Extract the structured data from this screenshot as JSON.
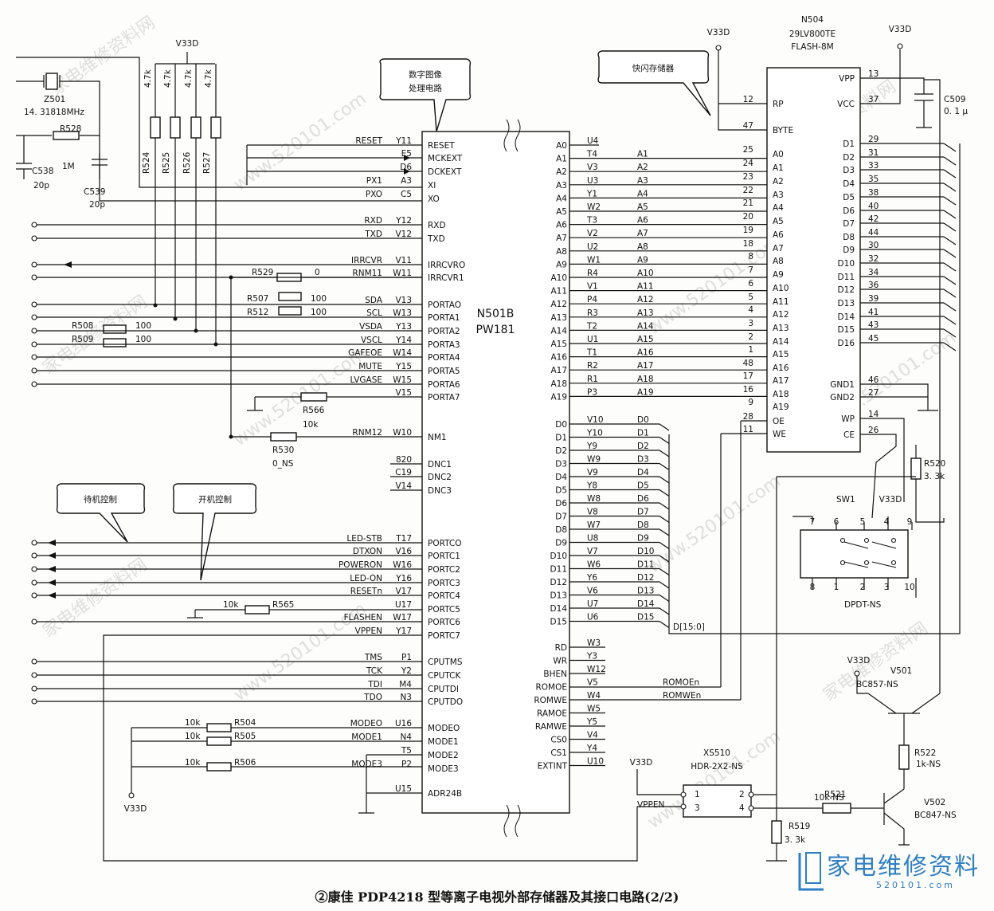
{
  "caption": "②康佳 PDP4218 型等离子电视外部存储器及其接口电路(2/2)",
  "logo": {
    "text": "家电维修资料",
    "url": "520101.com"
  },
  "watermarks": [
    "家电维修资料网",
    "www.520101.com"
  ],
  "callouts": {
    "image_proc": [
      "数字图像",
      "处理电路"
    ],
    "flash_mem": "快闪存储器",
    "standby": "待机控制",
    "power": "开机控制"
  },
  "n501": {
    "ref": "N501B",
    "part": "PW181",
    "left_pins": [
      {
        "net": "RESET",
        "pin": "Y11",
        "name": "RESET"
      },
      {
        "net": "",
        "pin": "E5",
        "name": "MCKEXT"
      },
      {
        "net": "",
        "pin": "D6",
        "name": "DCKEXT"
      },
      {
        "net": "PX1",
        "pin": "A3",
        "name": "XI"
      },
      {
        "net": "PXO",
        "pin": "C5",
        "name": "XO"
      },
      {
        "net": "RXD",
        "pin": "Y12",
        "name": "RXD"
      },
      {
        "net": "TXD",
        "pin": "V12",
        "name": "TXD"
      },
      {
        "net": "IRRCVR",
        "pin": "V11",
        "name": "IRRCVRO"
      },
      {
        "net": "RNM11",
        "pin": "W11",
        "name": "IRRCVR1"
      },
      {
        "net": "SDA",
        "pin": "V13",
        "name": "PORTAO"
      },
      {
        "net": "SCL",
        "pin": "W13",
        "name": "PORTA1"
      },
      {
        "net": "VSDA",
        "pin": "Y13",
        "name": "PORTA2"
      },
      {
        "net": "VSCL",
        "pin": "Y14",
        "name": "PORTA3"
      },
      {
        "net": "GAFEOE",
        "pin": "W14",
        "name": "PORTA4"
      },
      {
        "net": "MUTE",
        "pin": "Y15",
        "name": "PORTA5"
      },
      {
        "net": "LVGASE",
        "pin": "W15",
        "name": "PORTA6"
      },
      {
        "net": "",
        "pin": "V15",
        "name": "PORTA7"
      },
      {
        "net": "RNM12",
        "pin": "W10",
        "name": "NM1"
      },
      {
        "net": "",
        "pin": "820",
        "name": "DNC1"
      },
      {
        "net": "",
        "pin": "C19",
        "name": "DNC2"
      },
      {
        "net": "",
        "pin": "V14",
        "name": "DNC3"
      },
      {
        "net": "LED-STB",
        "pin": "T17",
        "name": "PORTCO"
      },
      {
        "net": "DTXON",
        "pin": "V16",
        "name": "PORTC1"
      },
      {
        "net": "POWERON",
        "pin": "W16",
        "name": "PORTC2"
      },
      {
        "net": "LED-ON",
        "pin": "Y16",
        "name": "PORTC3"
      },
      {
        "net": "RESETn",
        "pin": "V17",
        "name": "PORTC4"
      },
      {
        "net": "",
        "pin": "U17",
        "name": "PORTC5"
      },
      {
        "net": "FLASHEN",
        "pin": "W17",
        "name": "PORTC6"
      },
      {
        "net": "VPPEN",
        "pin": "Y17",
        "name": "PORTC7"
      },
      {
        "net": "TMS",
        "pin": "P1",
        "name": "CPUTMS"
      },
      {
        "net": "TCK",
        "pin": "Y2",
        "name": "CPUTCK"
      },
      {
        "net": "TDI",
        "pin": "M4",
        "name": "CPUTDI"
      },
      {
        "net": "TDO",
        "pin": "N3",
        "name": "CPUTDO"
      },
      {
        "net": "MODEO",
        "pin": "U16",
        "name": "MODEO"
      },
      {
        "net": "MODE1",
        "pin": "N4",
        "name": "MODE1"
      },
      {
        "net": "",
        "pin": "T5",
        "name": "MODE2"
      },
      {
        "net": "MODE3",
        "pin": "P2",
        "name": "MODE3"
      },
      {
        "net": "",
        "pin": "U15",
        "name": "ADR24B"
      }
    ],
    "addr_pins": [
      {
        "name": "A0",
        "pin": "U4",
        "net": ""
      },
      {
        "name": "A1",
        "pin": "T4",
        "net": "A1"
      },
      {
        "name": "A2",
        "pin": "V3",
        "net": "A2"
      },
      {
        "name": "A3",
        "pin": "U3",
        "net": "A3"
      },
      {
        "name": "A4",
        "pin": "Y1",
        "net": "A4"
      },
      {
        "name": "A5",
        "pin": "W2",
        "net": "A5"
      },
      {
        "name": "A6",
        "pin": "T3",
        "net": "A6"
      },
      {
        "name": "A7",
        "pin": "V2",
        "net": "A7"
      },
      {
        "name": "A8",
        "pin": "U2",
        "net": "A8"
      },
      {
        "name": "A9",
        "pin": "W1",
        "net": "A9"
      },
      {
        "name": "A10",
        "pin": "R4",
        "net": "A10"
      },
      {
        "name": "A11",
        "pin": "V1",
        "net": "A11"
      },
      {
        "name": "A12",
        "pin": "P4",
        "net": "A12"
      },
      {
        "name": "A13",
        "pin": "R3",
        "net": "A13"
      },
      {
        "name": "A14",
        "pin": "T2",
        "net": "A14"
      },
      {
        "name": "A15",
        "pin": "U1",
        "net": "A15"
      },
      {
        "name": "A16",
        "pin": "T1",
        "net": "A16"
      },
      {
        "name": "A17",
        "pin": "R2",
        "net": "A17"
      },
      {
        "name": "A18",
        "pin": "R1",
        "net": "A18"
      },
      {
        "name": "A19",
        "pin": "P3",
        "net": "A19"
      }
    ],
    "data_pins": [
      {
        "name": "D0",
        "pin": "V10",
        "net": "D0"
      },
      {
        "name": "D1",
        "pin": "Y10",
        "net": "D1"
      },
      {
        "name": "D2",
        "pin": "Y9",
        "net": "D2"
      },
      {
        "name": "D3",
        "pin": "W9",
        "net": "D3"
      },
      {
        "name": "D4",
        "pin": "V9",
        "net": "D4"
      },
      {
        "name": "D5",
        "pin": "Y8",
        "net": "D5"
      },
      {
        "name": "D6",
        "pin": "W8",
        "net": "D6"
      },
      {
        "name": "D7",
        "pin": "V8",
        "net": "D7"
      },
      {
        "name": "D8",
        "pin": "W7",
        "net": "D8"
      },
      {
        "name": "D9",
        "pin": "U8",
        "net": "D9"
      },
      {
        "name": "D10",
        "pin": "V7",
        "net": "D10"
      },
      {
        "name": "D11",
        "pin": "W6",
        "net": "D11"
      },
      {
        "name": "D12",
        "pin": "Y6",
        "net": "D12"
      },
      {
        "name": "D13",
        "pin": "V6",
        "net": "D13"
      },
      {
        "name": "D14",
        "pin": "U7",
        "net": "D14"
      },
      {
        "name": "D15",
        "pin": "U6",
        "net": "D15"
      }
    ],
    "ctrl_pins": [
      {
        "name": "RD",
        "pin": "W3",
        "net": ""
      },
      {
        "name": "WR",
        "pin": "Y3",
        "net": ""
      },
      {
        "name": "BHEN",
        "pin": "W12",
        "net": ""
      },
      {
        "name": "ROMOE",
        "pin": "V5",
        "net": "ROMOEn"
      },
      {
        "name": "ROMWE",
        "pin": "W4",
        "net": "ROMWEn"
      },
      {
        "name": "RAMOE",
        "pin": "W5",
        "net": ""
      },
      {
        "name": "RAMWE",
        "pin": "Y5",
        "net": ""
      },
      {
        "name": "CS0",
        "pin": "V4",
        "net": ""
      },
      {
        "name": "CS1",
        "pin": "Y4",
        "net": ""
      },
      {
        "name": "EXTINT",
        "pin": "U10",
        "net": ""
      }
    ],
    "bus_label": "D[15:0]"
  },
  "n504": {
    "ref": "N504",
    "part": "29LV800TE",
    "type": "FLASH-8M",
    "left_pins": [
      {
        "pin": "12",
        "name": "RP"
      },
      {
        "pin": "47",
        "name": "BYTE"
      },
      {
        "pin": "25",
        "name": "A0"
      },
      {
        "pin": "24",
        "name": "A1"
      },
      {
        "pin": "23",
        "name": "A2"
      },
      {
        "pin": "22",
        "name": "A3"
      },
      {
        "pin": "21",
        "name": "A4"
      },
      {
        "pin": "20",
        "name": "A5"
      },
      {
        "pin": "19",
        "name": "A6"
      },
      {
        "pin": "18",
        "name": "A7"
      },
      {
        "pin": "8",
        "name": "A8"
      },
      {
        "pin": "7",
        "name": "A9"
      },
      {
        "pin": "6",
        "name": "A10"
      },
      {
        "pin": "5",
        "name": "A11"
      },
      {
        "pin": "4",
        "name": "A12"
      },
      {
        "pin": "3",
        "name": "A13"
      },
      {
        "pin": "2",
        "name": "A14"
      },
      {
        "pin": "1",
        "name": "A15"
      },
      {
        "pin": "48",
        "name": "A16"
      },
      {
        "pin": "17",
        "name": "A17"
      },
      {
        "pin": "16",
        "name": "A18"
      },
      {
        "pin": "9",
        "name": "A19"
      },
      {
        "pin": "28",
        "name": "OE"
      },
      {
        "pin": "11",
        "name": "WE"
      }
    ],
    "right_pins": [
      {
        "pin": "13",
        "name": "VPP"
      },
      {
        "pin": "37",
        "name": "VCC"
      },
      {
        "pin": "29",
        "name": "D1"
      },
      {
        "pin": "31",
        "name": "D2"
      },
      {
        "pin": "33",
        "name": "D3"
      },
      {
        "pin": "35",
        "name": "D4"
      },
      {
        "pin": "38",
        "name": "D5"
      },
      {
        "pin": "40",
        "name": "D6"
      },
      {
        "pin": "42",
        "name": "D7"
      },
      {
        "pin": "44",
        "name": "D8"
      },
      {
        "pin": "30",
        "name": "D9"
      },
      {
        "pin": "32",
        "name": "D10"
      },
      {
        "pin": "34",
        "name": "D11"
      },
      {
        "pin": "36",
        "name": "D12"
      },
      {
        "pin": "39",
        "name": "D13"
      },
      {
        "pin": "41",
        "name": "D14"
      },
      {
        "pin": "43",
        "name": "D15"
      },
      {
        "pin": "45",
        "name": "D16"
      },
      {
        "pin": "46",
        "name": "GND1"
      },
      {
        "pin": "27",
        "name": "GND2"
      },
      {
        "pin": "14",
        "name": "WP"
      },
      {
        "pin": "26",
        "name": "CE"
      }
    ]
  },
  "components": {
    "z501": {
      "ref": "Z501",
      "value": "14. 31818MHz"
    },
    "r528": {
      "ref": "R528",
      "value": "1M"
    },
    "c538": {
      "ref": "C538",
      "value": "20p"
    },
    "c539": {
      "ref": "C539",
      "value": "20p"
    },
    "pullups": [
      {
        "ref": "R524",
        "value": "4.7k"
      },
      {
        "ref": "R525",
        "value": "4.7k"
      },
      {
        "ref": "R526",
        "value": "4.7k"
      },
      {
        "ref": "R527",
        "value": "4.7k"
      }
    ],
    "r529": {
      "ref": "R529",
      "value": "0"
    },
    "r507": {
      "ref": "R507",
      "value": "100"
    },
    "r512": {
      "ref": "R512",
      "value": "100"
    },
    "r508": {
      "ref": "R508",
      "value": "100"
    },
    "r509": {
      "ref": "R509",
      "value": "100"
    },
    "r566": {
      "ref": "R566",
      "value": "10k"
    },
    "r530": {
      "ref": "R530",
      "value": "0_NS"
    },
    "r565": {
      "ref": "R565",
      "value": "10k"
    },
    "r504": {
      "ref": "R504",
      "value": "10k"
    },
    "r505": {
      "ref": "R505",
      "value": "10k"
    },
    "r506": {
      "ref": "R506",
      "value": "10k"
    },
    "c509": {
      "ref": "C509",
      "value": "0. 1 μ"
    },
    "r520": {
      "ref": "R520",
      "value": "3. 3k"
    },
    "sw1": {
      "ref": "SW1",
      "type": "DPDT-NS",
      "pins_top": [
        "7",
        "6",
        "5",
        "4",
        "9"
      ],
      "pins_bot": [
        "8",
        "1",
        "2",
        "3",
        "10"
      ]
    },
    "xs510": {
      "ref": "XS510",
      "type": "HDR-2X2-NS",
      "pins": [
        "1",
        "2",
        "3",
        "4"
      ]
    },
    "r519": {
      "ref": "R519",
      "value": "3. 3k"
    },
    "r521": {
      "ref": "R521",
      "value": "10k-NS"
    },
    "r522": {
      "ref": "R522",
      "value": "1k-NS"
    },
    "v501": {
      "ref": "V501",
      "type": "BC857-NS"
    },
    "v502": {
      "ref": "V502",
      "type": "BC847-NS"
    }
  },
  "power": {
    "v33d": "V33D",
    "vppen": "VPPEN"
  }
}
